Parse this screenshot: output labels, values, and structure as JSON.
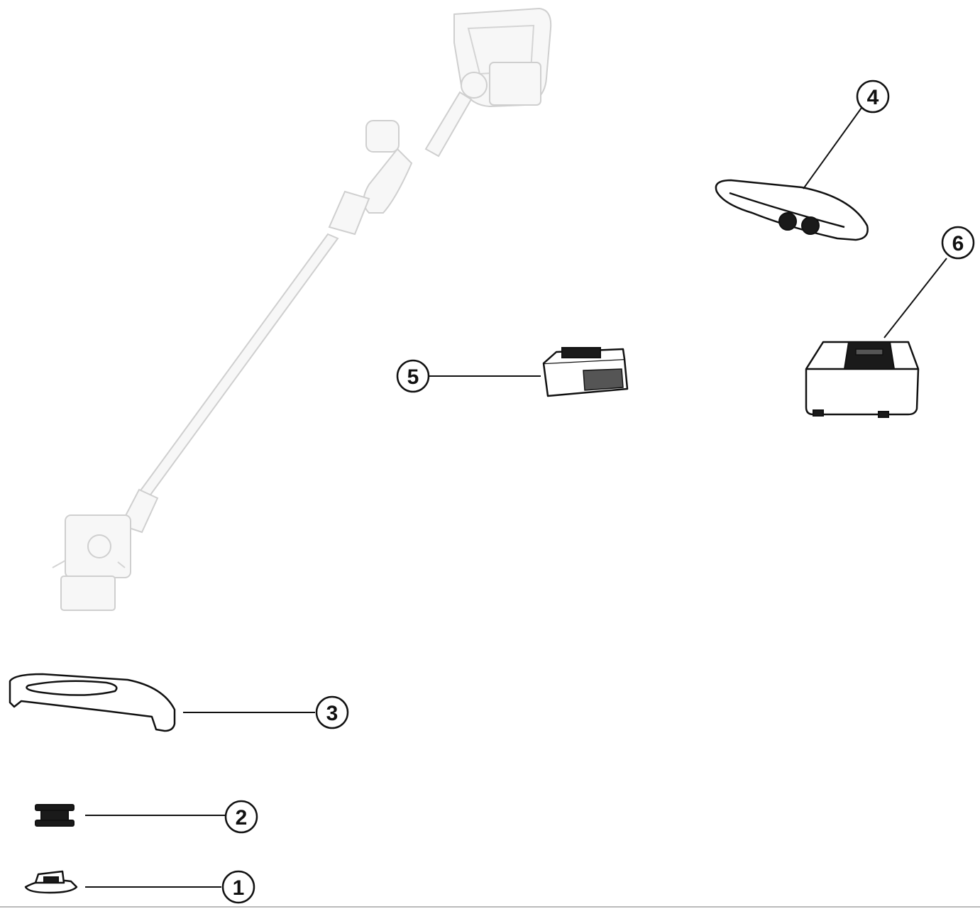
{
  "callouts": [
    {
      "id": "1",
      "label": "1"
    },
    {
      "id": "2",
      "label": "2"
    },
    {
      "id": "3",
      "label": "3"
    },
    {
      "id": "4",
      "label": "4"
    },
    {
      "id": "5",
      "label": "5"
    },
    {
      "id": "6",
      "label": "6"
    }
  ],
  "colors": {
    "ink": "#111111",
    "ghost": "#cfcfcf",
    "background": "#ffffff"
  }
}
